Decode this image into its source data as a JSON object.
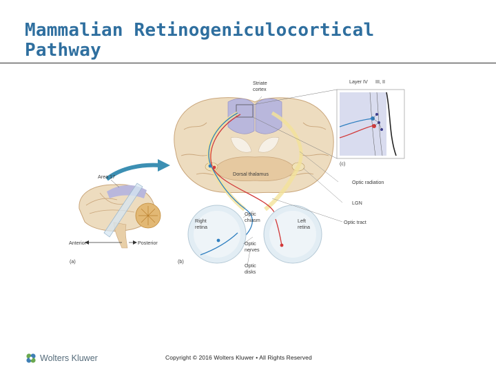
{
  "slide": {
    "title_line1": "Mammalian Retinogeniculocortical",
    "title_line2": "Pathway"
  },
  "figure": {
    "labels": {
      "striate": "Striate",
      "cortex": "cortex",
      "layer": "Layer IV",
      "layers_upper": "III, II",
      "panel_c": "(c)",
      "dorsal_thalamus": "Dorsal thalamus",
      "optic_radiation": "Optic radiation",
      "lgn": "LGN",
      "optic_tract": "Optic tract",
      "area17": "Area 17",
      "anterior": "Anterior",
      "posterior": "Posterior",
      "panel_a": "(a)",
      "panel_b": "(b)",
      "right": "Right",
      "retina_r": "retina",
      "left": "Left",
      "retina_l": "retina",
      "optic_chiasm_1": "Optic",
      "optic_chiasm_2": "chiasm",
      "optic_nerves_1": "Optic",
      "optic_nerves_2": "nerves",
      "optic_disks_1": "Optic",
      "optic_disks_2": "disks"
    },
    "colors": {
      "right_eye_pathway": "#2f7fc0",
      "left_eye_pathway": "#d23a3a",
      "cortex_fill": "#eddcbf",
      "striate_fill": "#b9b7dc",
      "arrow": "#3c8fb3"
    }
  },
  "footer": {
    "logo_text": "Wolters Kluwer",
    "copyright": "Copyright © 2016 Wolters Kluwer • All Rights Reserved"
  }
}
